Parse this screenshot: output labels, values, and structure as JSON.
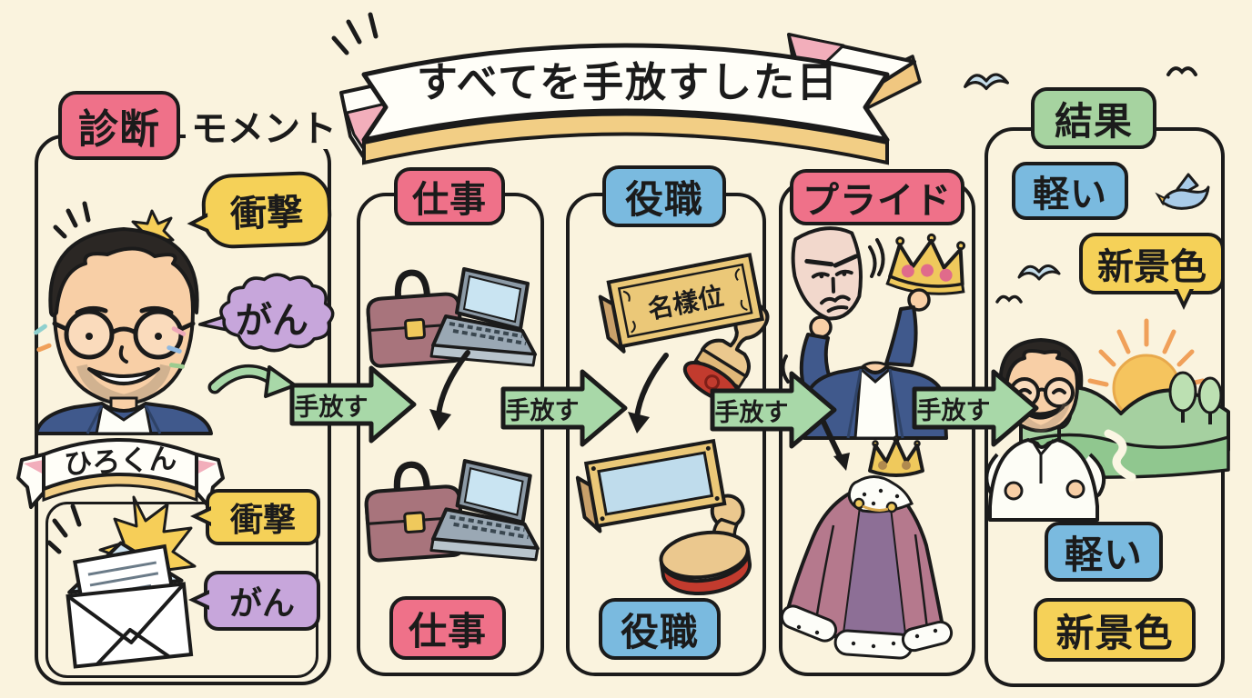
{
  "title": {
    "text": "すべてを手放すした日"
  },
  "panels": {
    "diagnosis": {
      "tag": "診断",
      "suffix": "モメント",
      "person_name": "ひろくん",
      "bubble_shock_top": "衝撃",
      "bubble_cancer_top": "がん",
      "bubble_shock_bottom": "衝撃",
      "bubble_cancer_bottom": "がん"
    },
    "work": {
      "label_top": "仕事",
      "label_bottom": "仕事"
    },
    "position": {
      "label_top": "役職",
      "nameplate_text": "名樣位",
      "label_bottom": "役職"
    },
    "pride": {
      "label": "プライド"
    },
    "result": {
      "header": "結果",
      "bubble_light_top": "軽い",
      "bubble_scenery_top": "新景色",
      "bubble_light_bottom": "軽い",
      "bubble_scenery_bottom": "新景色"
    }
  },
  "arrows": {
    "release_label": "手放す"
  },
  "icon_names": [
    "portrait",
    "envelope",
    "burst",
    "briefcase",
    "laptop",
    "nameplate",
    "hanko-stamp",
    "mask",
    "crown",
    "royal-cape",
    "landscape-sun",
    "bluebird",
    "seagull",
    "ribbon-banner",
    "release-arrow",
    "down-arrow"
  ],
  "colors": {
    "background": "#FAF3DE",
    "ink": "#1B1B1B",
    "pink": "#EF7189",
    "yellow": "#F5D158",
    "purple": "#C7A6DB",
    "blue": "#7ABADF",
    "green": "#A6D3A0",
    "arrow_green": "#A8D8A8",
    "ribbon_yellow": "#F2CE85",
    "ribbon_pink": "#F2AEBB",
    "blazer_navy": "#40598C",
    "cape_mauve": "#B5798D"
  }
}
